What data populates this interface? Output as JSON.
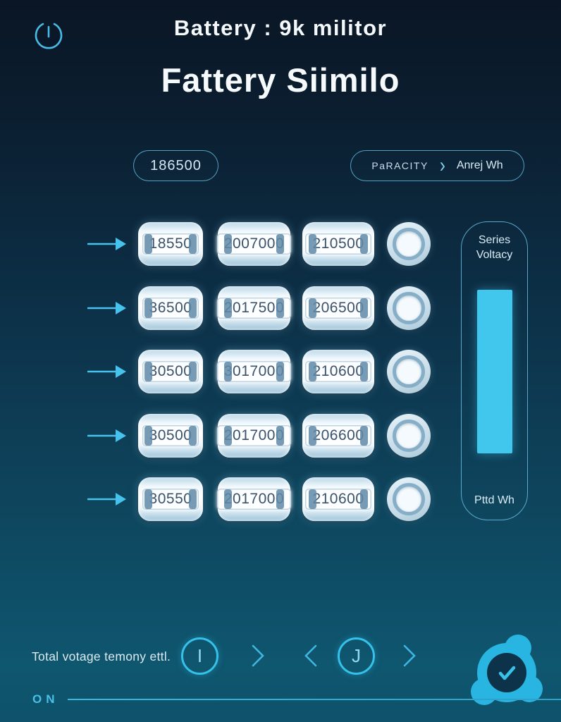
{
  "header": {
    "title": "Battery : 9k militor",
    "subtitle": "Fattery Siimilo"
  },
  "controls": {
    "model_pill": "186500",
    "capacity_pill": {
      "left": "PaRACITY",
      "chevron": "›",
      "right": "Anrej Wh"
    }
  },
  "grid": {
    "rows": [
      {
        "cells": [
          "18550",
          "2007000",
          "210500"
        ]
      },
      {
        "cells": [
          "36500",
          "2017500",
          "206500"
        ]
      },
      {
        "cells": [
          "30500",
          "3017000",
          "210600"
        ]
      },
      {
        "cells": [
          "30500",
          "2017000",
          "206600"
        ]
      },
      {
        "cells": [
          "30550",
          "2017000",
          "210600"
        ]
      }
    ],
    "row_tops": [
      315,
      406,
      496,
      587,
      677
    ]
  },
  "side_panel": {
    "title": "Series Voltacy",
    "bottom_label": "Pttd Wh",
    "bar_color": "#41c6ee"
  },
  "footer": {
    "label": "Total votage temony ettl.",
    "nav_button_1": "I",
    "nav_button_2": "J",
    "power_state": "ON"
  },
  "colors": {
    "accent": "#45c4ec",
    "bg_top": "#0a1625",
    "bg_bottom": "#0f566f"
  }
}
